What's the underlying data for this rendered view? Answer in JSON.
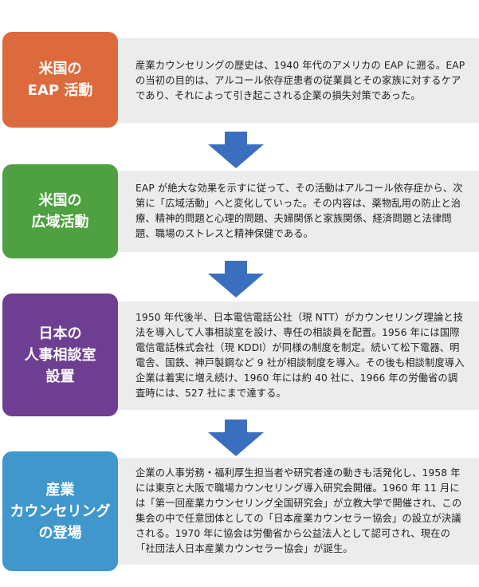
{
  "steps": [
    {
      "label_lines": [
        "米国の",
        "EAP 活動"
      ],
      "color": "#dd6a3c",
      "text": "産業カウンセリングの歴史は、1940 年代のアメリカの EAP に遡る。EAP の当初の目的は、アルコール依存症患者の従業員とその家族に対するケアであり、それによって引き起こされる企業の損失対策であった。"
    },
    {
      "label_lines": [
        "米国の",
        "広域活動"
      ],
      "color": "#4ea041",
      "text": "EAP が絶大な効果を示すに従って、その活動はアルコール依存症から、次第に「広域活動」へと変化していった。その内容は、薬物乱用の防止と治療、精神的問題と心理的問題、夫婦関係と家族関係、経済問題と法律問題、職場のストレスと精神保健である。"
    },
    {
      "label_lines": [
        "日本の",
        "人事相談室",
        "設置"
      ],
      "color": "#6e3e93",
      "text": "1950 年代後半、日本電信電話公社（現 NTT）がカウンセリング理論と技法を導入して人事相談室を設け、専任の相談員を配置。1956 年には国際電信電話株式会社（現 KDDI）が同様の制度を制定。続いて松下電器、明電舎、国鉄、神戸製鋼など 9 社が相談制度を導入。その後も相談制度導入企業は着実に増え続け、1960 年には約 40 社に、1966 年の労働省の調査時には、527 社にまで達する。"
    },
    {
      "label_lines": [
        "産業",
        "カウンセリング",
        "の登場"
      ],
      "color": "#3f97cc",
      "text": "企業の人事労務・福利厚生担当者や研究者達の動きも活発化し、1958 年には東京と大阪で職場カウンセリング導入研究会開催。1960 年 11 月には「第一回産業カウンセリング全国研究会」が立教大学で開催され、この集会の中で任意団体としての「日本産業カウンセラー協会」の設立が決議される。1970 年に協会は労働省から公益法人として認可され、現在の「社団法人日本産業カウンセラー協会」が誕生。"
    }
  ],
  "arrow_color": "#3a6fbf"
}
